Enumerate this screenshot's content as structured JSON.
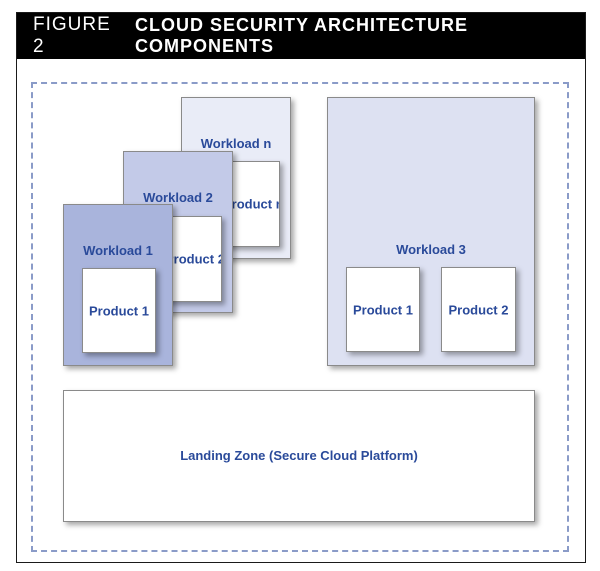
{
  "header": {
    "figure_number": "FIGURE 2",
    "title": "CLOUD SECURITY ARCHITECTURE COMPONENTS"
  },
  "workloads": {
    "workload_n": {
      "label": "Workload n",
      "product_label": "Product n"
    },
    "workload_2": {
      "label": "Workload 2",
      "product_label": "Product 2"
    },
    "workload_1": {
      "label": "Workload 1",
      "product_label": "Product 1"
    },
    "workload_3": {
      "label": "Workload 3",
      "products": [
        "Product 1",
        "Product 2"
      ]
    }
  },
  "landing_zone": {
    "label": "Landing Zone (Secure Cloud Platform)"
  },
  "colors": {
    "header_bg": "#000000",
    "dashed_border": "#8a9bc8",
    "label_text": "#2a4a9a",
    "workload_1_fill": "#a9b4dc",
    "workload_2_fill": "#c3cae8",
    "workload_n_fill": "#e9ecf7",
    "workload_3_fill": "#dde1f2"
  }
}
